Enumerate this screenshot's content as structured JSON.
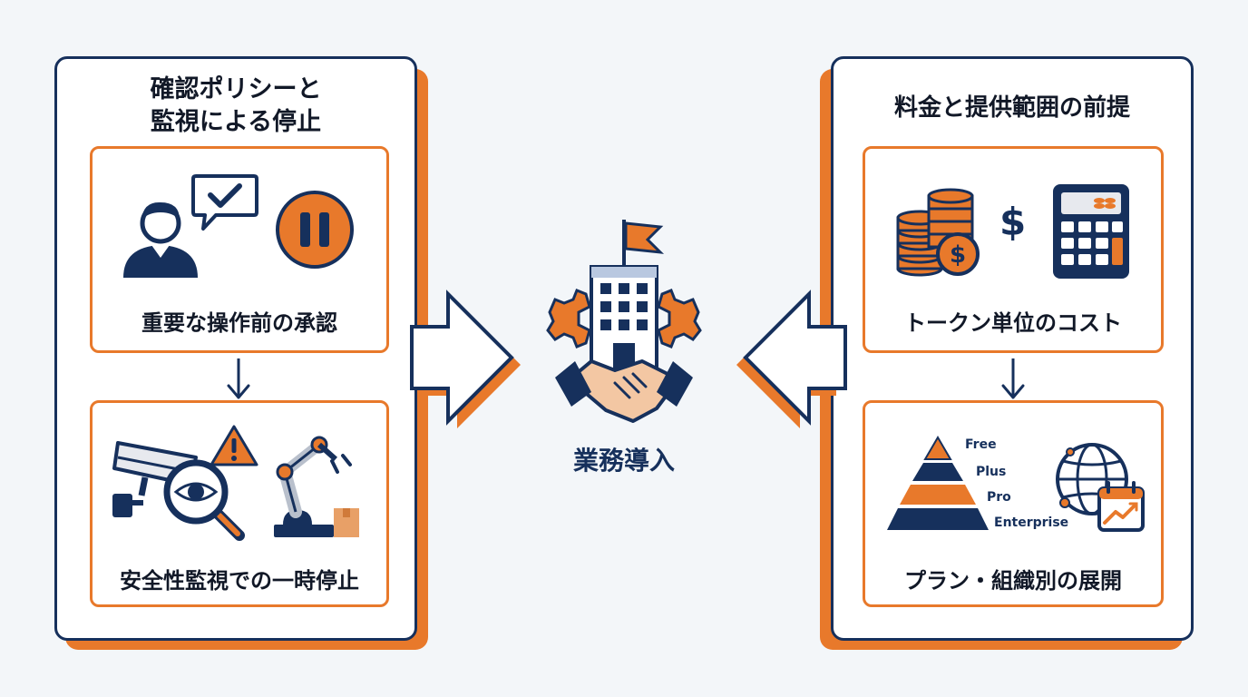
{
  "left_panel": {
    "title_line1": "確認ポリシーと",
    "title_line2": "監視による停止",
    "card_top_label": "重要な操作前の承認",
    "card_bottom_label": "安全性監視での一時停止"
  },
  "right_panel": {
    "title": "料金と提供範囲の前提",
    "card_top_label": "トークン単位のコスト",
    "card_bottom_label": "プラン・組織別の展開",
    "currency_symbol": "$",
    "tiers": [
      "Free",
      "Plus",
      "Pro",
      "Enterprise"
    ]
  },
  "center": {
    "label": "業務導入"
  },
  "colors": {
    "navy": "#16305c",
    "orange": "#e8792b",
    "background": "#f3f6f9"
  }
}
